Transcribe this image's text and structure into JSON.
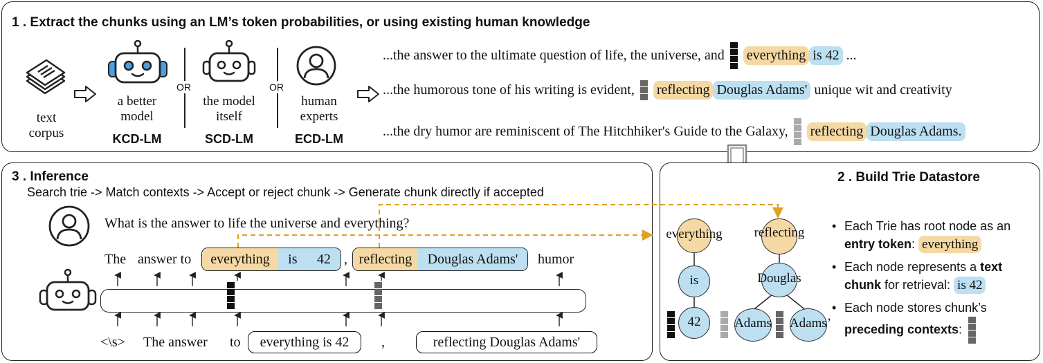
{
  "panel1": {
    "title": "1 . Extract the chunks using an LM’s token probabilities, or using existing human knowledge",
    "corpus_label": [
      "text",
      "corpus"
    ],
    "or_label": "OR",
    "sources": [
      {
        "label": [
          "a better",
          "model"
        ],
        "name": "KCD-LM"
      },
      {
        "label": [
          "the model",
          "itself"
        ],
        "name": "SCD-LM"
      },
      {
        "label": [
          "human",
          "experts"
        ],
        "name": "ECD-LM"
      }
    ],
    "sentences": [
      {
        "prefix": "...the answer to the ultimate question of life, the universe, and",
        "chunk1": "everything",
        "chunk2": "is 42",
        "suffix": "..."
      },
      {
        "prefix": "...the humorous tone of his writing is evident,",
        "chunk1": "reflecting",
        "chunk2": "Douglas Adams'",
        "suffix": "unique wit and creativity"
      },
      {
        "prefix": "...the dry humor are reminiscent of The Hitchhiker's Guide to the Galaxy,",
        "chunk1": "reflecting",
        "chunk2": "Douglas Adams",
        "suffix": "."
      }
    ]
  },
  "panel2": {
    "title": "2 . Build Trie Datastore",
    "trie1": {
      "root": "everything",
      "child": "is",
      "leaf": "42"
    },
    "trie2": {
      "root": "reflecting",
      "child": "Douglas",
      "leaf1": "Adams",
      "leaf2": "Adams’"
    },
    "bullets": [
      {
        "pre": "Each Trie has root node as an ",
        "bold": "entry token",
        "post": ": ",
        "chip": "everything"
      },
      {
        "pre": "Each node represents a ",
        "bold": "text chunk",
        "post": " for retrieval: ",
        "chip": "is 42"
      },
      {
        "pre": "Each node stores chunk’s ",
        "bold": "preceding contexts",
        "post": ": ",
        "chip": ""
      }
    ]
  },
  "panel3": {
    "title": "3 . Inference",
    "subtitle": "Search trie -> Match contexts -> Accept or reject chunk -> Generate chunk directly if accepted",
    "question": "What is the answer to life the universe and everything?",
    "output": {
      "t1": "The",
      "t2": "answer to",
      "c1a": "everything",
      "c1b": "is",
      "c1c": "42",
      "comma": ",",
      "c2a": "reflecting",
      "c2b": "Douglas Adams'",
      "t3": "humor"
    },
    "input": {
      "t1": "<\\s>",
      "t2": "The answer",
      "t3": "to",
      "p1": "everything is 42",
      "comma": ",",
      "p2": "reflecting Douglas Adams'"
    }
  },
  "colors": {
    "orange": "#f5d9a4",
    "blue": "#bcdff2",
    "arrow": "#e0a020"
  }
}
